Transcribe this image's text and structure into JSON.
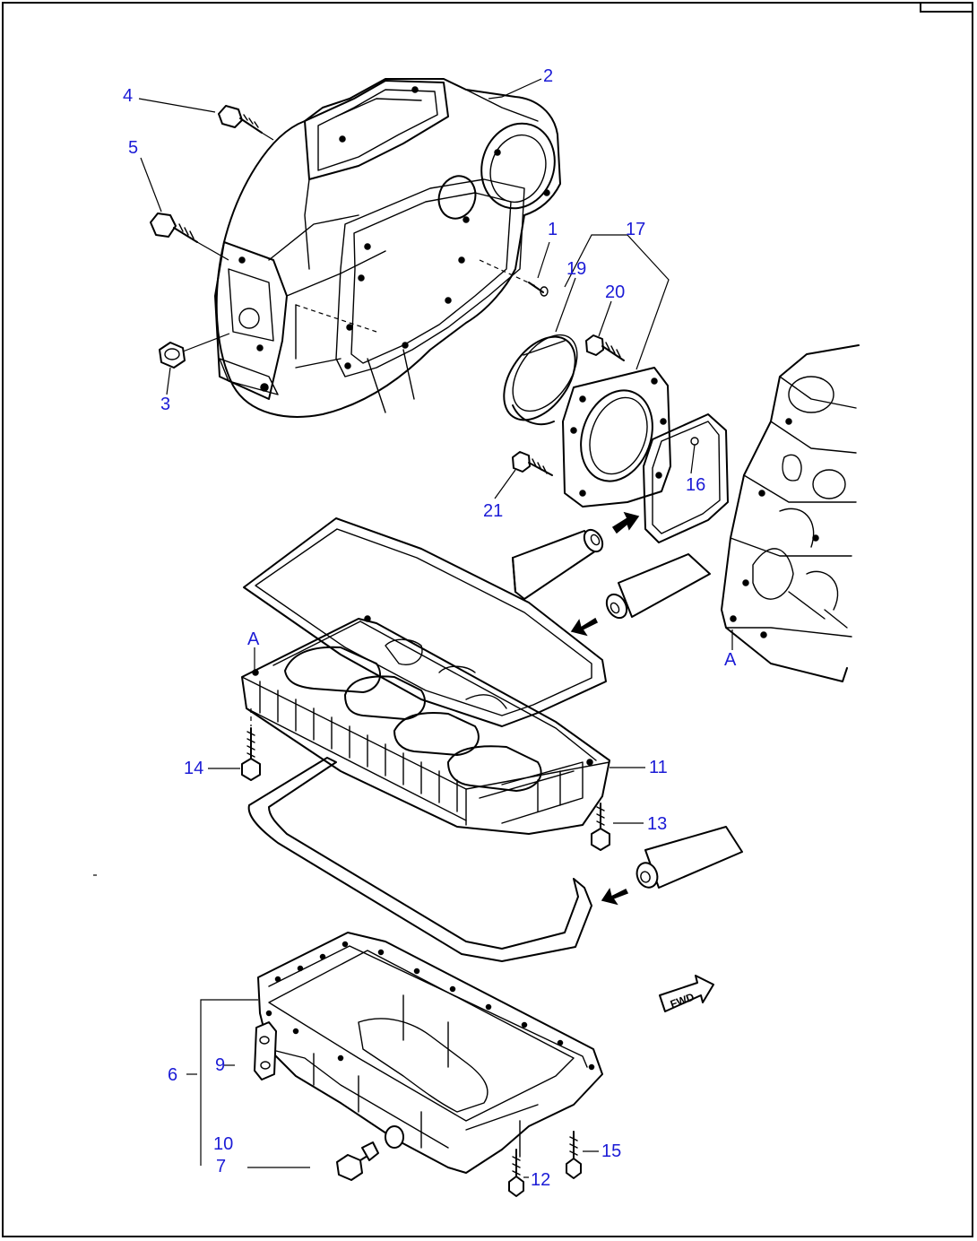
{
  "callouts": [
    {
      "id": "1",
      "text": "1"
    },
    {
      "id": "2",
      "text": "2"
    },
    {
      "id": "3",
      "text": "3"
    },
    {
      "id": "4",
      "text": "4"
    },
    {
      "id": "5",
      "text": "5"
    },
    {
      "id": "6",
      "text": "6"
    },
    {
      "id": "7",
      "text": "7"
    },
    {
      "id": "9",
      "text": "9"
    },
    {
      "id": "10",
      "text": "10"
    },
    {
      "id": "11",
      "text": "11"
    },
    {
      "id": "12",
      "text": "12"
    },
    {
      "id": "13",
      "text": "13"
    },
    {
      "id": "14",
      "text": "14"
    },
    {
      "id": "15",
      "text": "15"
    },
    {
      "id": "16",
      "text": "16"
    },
    {
      "id": "17",
      "text": "17"
    },
    {
      "id": "19",
      "text": "19"
    },
    {
      "id": "20",
      "text": "20"
    },
    {
      "id": "21",
      "text": "21"
    }
  ],
  "markers": {
    "a_left": "A",
    "a_right": "A"
  },
  "fwd_label": "FWD",
  "colors": {
    "callout": "#1b1bd6",
    "line": "#000000"
  }
}
